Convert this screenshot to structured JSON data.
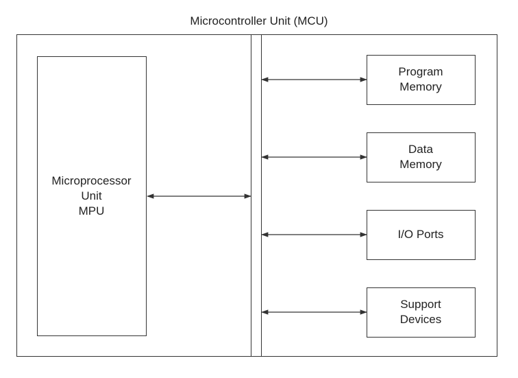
{
  "diagram": {
    "title": "Microcontroller Unit (MCU)",
    "mpu_label": "Microprocessor\nUnit\nMPU",
    "blocks": [
      {
        "label": "Program\nMemory"
      },
      {
        "label": "Data\nMemory"
      },
      {
        "label": "I/O Ports"
      },
      {
        "label": "Support\nDevices"
      }
    ]
  }
}
